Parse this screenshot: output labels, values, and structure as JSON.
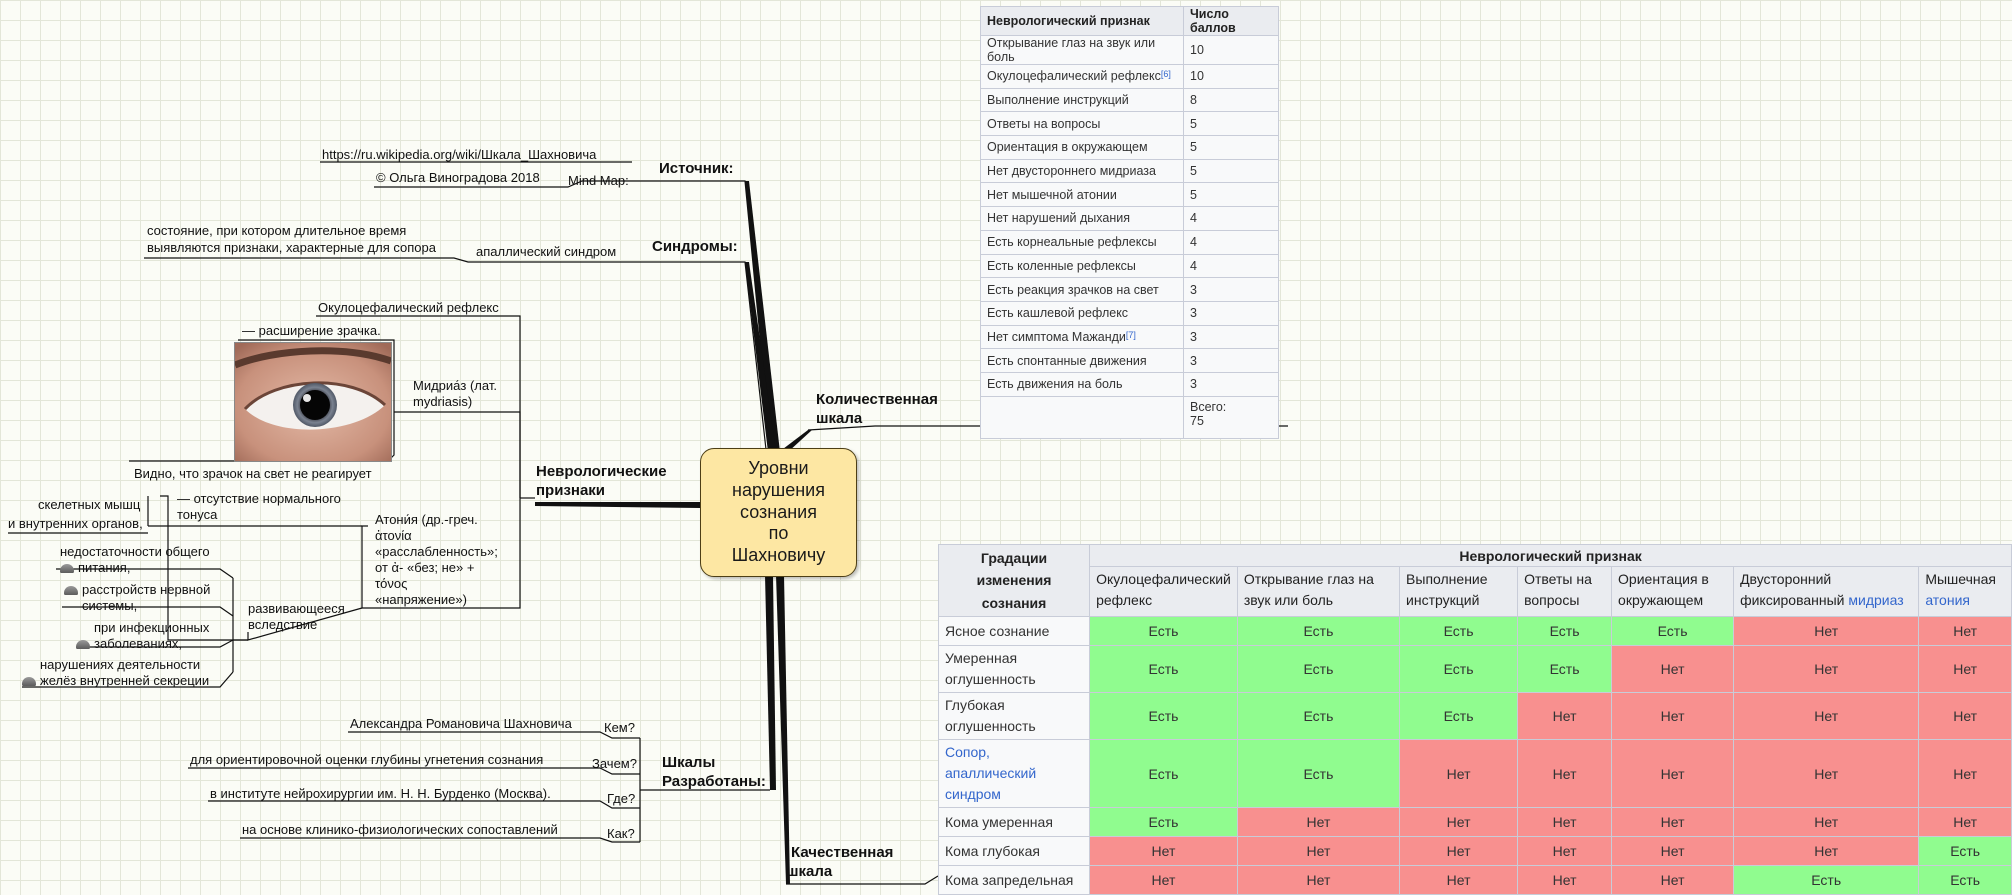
{
  "center": {
    "lines": [
      "Уровни",
      "нарушения",
      "сознания",
      "по",
      "Шахновичу"
    ]
  },
  "source": {
    "title": "Источник:",
    "url": "https://ru.wikipedia.org/wiki/Шкала_Шахновича",
    "mindmap_label": "Mind Map:",
    "author": "© Ольга Виноградова 2018"
  },
  "syndromes": {
    "title": "Синдромы:",
    "item": "апаллический синдром",
    "desc_1": "состояние, при котором длительное время",
    "desc_2": "выявляются признаки, характерные для сопора"
  },
  "neuro": {
    "title_1": "Неврологические",
    "title_2": "признаки",
    "ocular": "Окулоцефалический рефлекс",
    "mydriasis_1": "Мидриа́з (лат.",
    "mydriasis_2": "mydriasis)",
    "mydriasis_def": "— расширение зрачка.",
    "pupil_note": "Видно, что зрачок на свет не реагирует",
    "atony_1": "Атони́я (др.-греч.",
    "atony_2": "ἀτονία",
    "atony_3": "«расслабленность»;",
    "atony_4": "от ἀ- «без; не» +",
    "atony_5": "τόνος",
    "atony_6": "«напряжение»)",
    "atony_def_1": "— отсутствие нормального",
    "atony_def_2": "тонуса",
    "muscles_1": "скелетных мышц",
    "muscles_2": "и внутренних органов,",
    "due_1": "развивающееся",
    "due_2": "вследствие",
    "causes": [
      {
        "line1": "недостаточности общего",
        "line2": "питания,"
      },
      {
        "line1": "расстройств нервной",
        "line2": "системы,"
      },
      {
        "line1": "при инфекционных",
        "line2": "заболеваниях,"
      },
      {
        "line1": "нарушениях деятельности",
        "line2": "желёз внутренней секреции"
      }
    ]
  },
  "developed": {
    "title_1": "Шкалы",
    "title_2": "Разработаны:",
    "who_q": "Кем?",
    "who_a": "Александра Романовича Шахновича",
    "why_q": "Зачем?",
    "why_a": "для ориентировочной оценки глубины угнетения сознания",
    "where_q": "Где?",
    "where_a": "в институте нейрохирургии им. Н. Н. Бурденко (Москва).",
    "how_q": "Как?",
    "how_a": "на основе клинико-физиологических сопоставлений"
  },
  "quantitative": {
    "title_1": "Количественная",
    "title_2": "шкала",
    "headers": [
      "Неврологический признак",
      "Число баллов"
    ],
    "rows": [
      {
        "name": "Открывание глаз на звук или боль",
        "ref": "",
        "score": "10"
      },
      {
        "name": "Окулоцефалический рефлекс",
        "ref": "[6]",
        "score": "10"
      },
      {
        "name": "Выполнение инструкций",
        "ref": "",
        "score": "8"
      },
      {
        "name": "Ответы на вопросы",
        "ref": "",
        "score": "5"
      },
      {
        "name": "Ориентация в окружающем",
        "ref": "",
        "score": "5"
      },
      {
        "name": "Нет двустороннего мидриаза",
        "ref": "",
        "score": "5"
      },
      {
        "name": "Нет мышечной атонии",
        "ref": "",
        "score": "5"
      },
      {
        "name": "Нет нарушений дыхания",
        "ref": "",
        "score": "4"
      },
      {
        "name": "Есть корнеальные рефлексы",
        "ref": "",
        "score": "4"
      },
      {
        "name": "Есть коленные рефлексы",
        "ref": "",
        "score": "4"
      },
      {
        "name": "Есть реакция зрачков на свет",
        "ref": "",
        "score": "3"
      },
      {
        "name": "Есть кашлевой рефлекс",
        "ref": "",
        "score": "3"
      },
      {
        "name": "Нет симптома Мажанди",
        "ref": "[7]",
        "score": "3"
      },
      {
        "name": "Есть спонтанные движения",
        "ref": "",
        "score": "3"
      },
      {
        "name": "Есть движения на боль",
        "ref": "",
        "score": "3"
      }
    ],
    "total_label": "Всего:",
    "total_value": "75"
  },
  "qualitative": {
    "title_1": "Качественная",
    "title_2": "шкала",
    "corner_header": "Градации изменения сознания",
    "group_header": "Неврологический признак",
    "columns": [
      {
        "text": "Окулоцефалический рефлекс",
        "link": ""
      },
      {
        "text": "Открывание глаз на звук или боль",
        "link": ""
      },
      {
        "text": "Выполнение инструкций",
        "link": ""
      },
      {
        "text": "Ответы на вопросы",
        "link": ""
      },
      {
        "text": "Ориентация в окружающем",
        "link": ""
      },
      {
        "text": "Двусторонний фиксированный ",
        "link": "мидриаз"
      },
      {
        "text": "Мышечная ",
        "link": "атония"
      }
    ],
    "yes": "Есть",
    "no": "Нет",
    "rows": [
      {
        "name": "Ясное сознание",
        "is_link": false,
        "cells": [
          1,
          1,
          1,
          1,
          1,
          0,
          0
        ]
      },
      {
        "name": "Умеренная оглушенность",
        "is_link": false,
        "cells": [
          1,
          1,
          1,
          1,
          0,
          0,
          0
        ]
      },
      {
        "name": "Глубокая оглушенность",
        "is_link": false,
        "cells": [
          1,
          1,
          1,
          0,
          0,
          0,
          0
        ]
      },
      {
        "name": "Сопор, апаллический синдром",
        "is_link": true,
        "cells": [
          1,
          1,
          0,
          0,
          0,
          0,
          0
        ]
      },
      {
        "name": "Кома умеренная",
        "is_link": false,
        "cells": [
          1,
          0,
          0,
          0,
          0,
          0,
          0
        ]
      },
      {
        "name": "Кома глубокая",
        "is_link": false,
        "cells": [
          0,
          0,
          0,
          0,
          0,
          0,
          1
        ]
      },
      {
        "name": "Кома запредельная",
        "is_link": false,
        "cells": [
          0,
          0,
          0,
          0,
          0,
          1,
          1
        ]
      }
    ]
  },
  "colors": {
    "yes": "#90fc8f",
    "no": "#f8908f",
    "center_fill": "#fde7a3",
    "line": "#111111"
  }
}
